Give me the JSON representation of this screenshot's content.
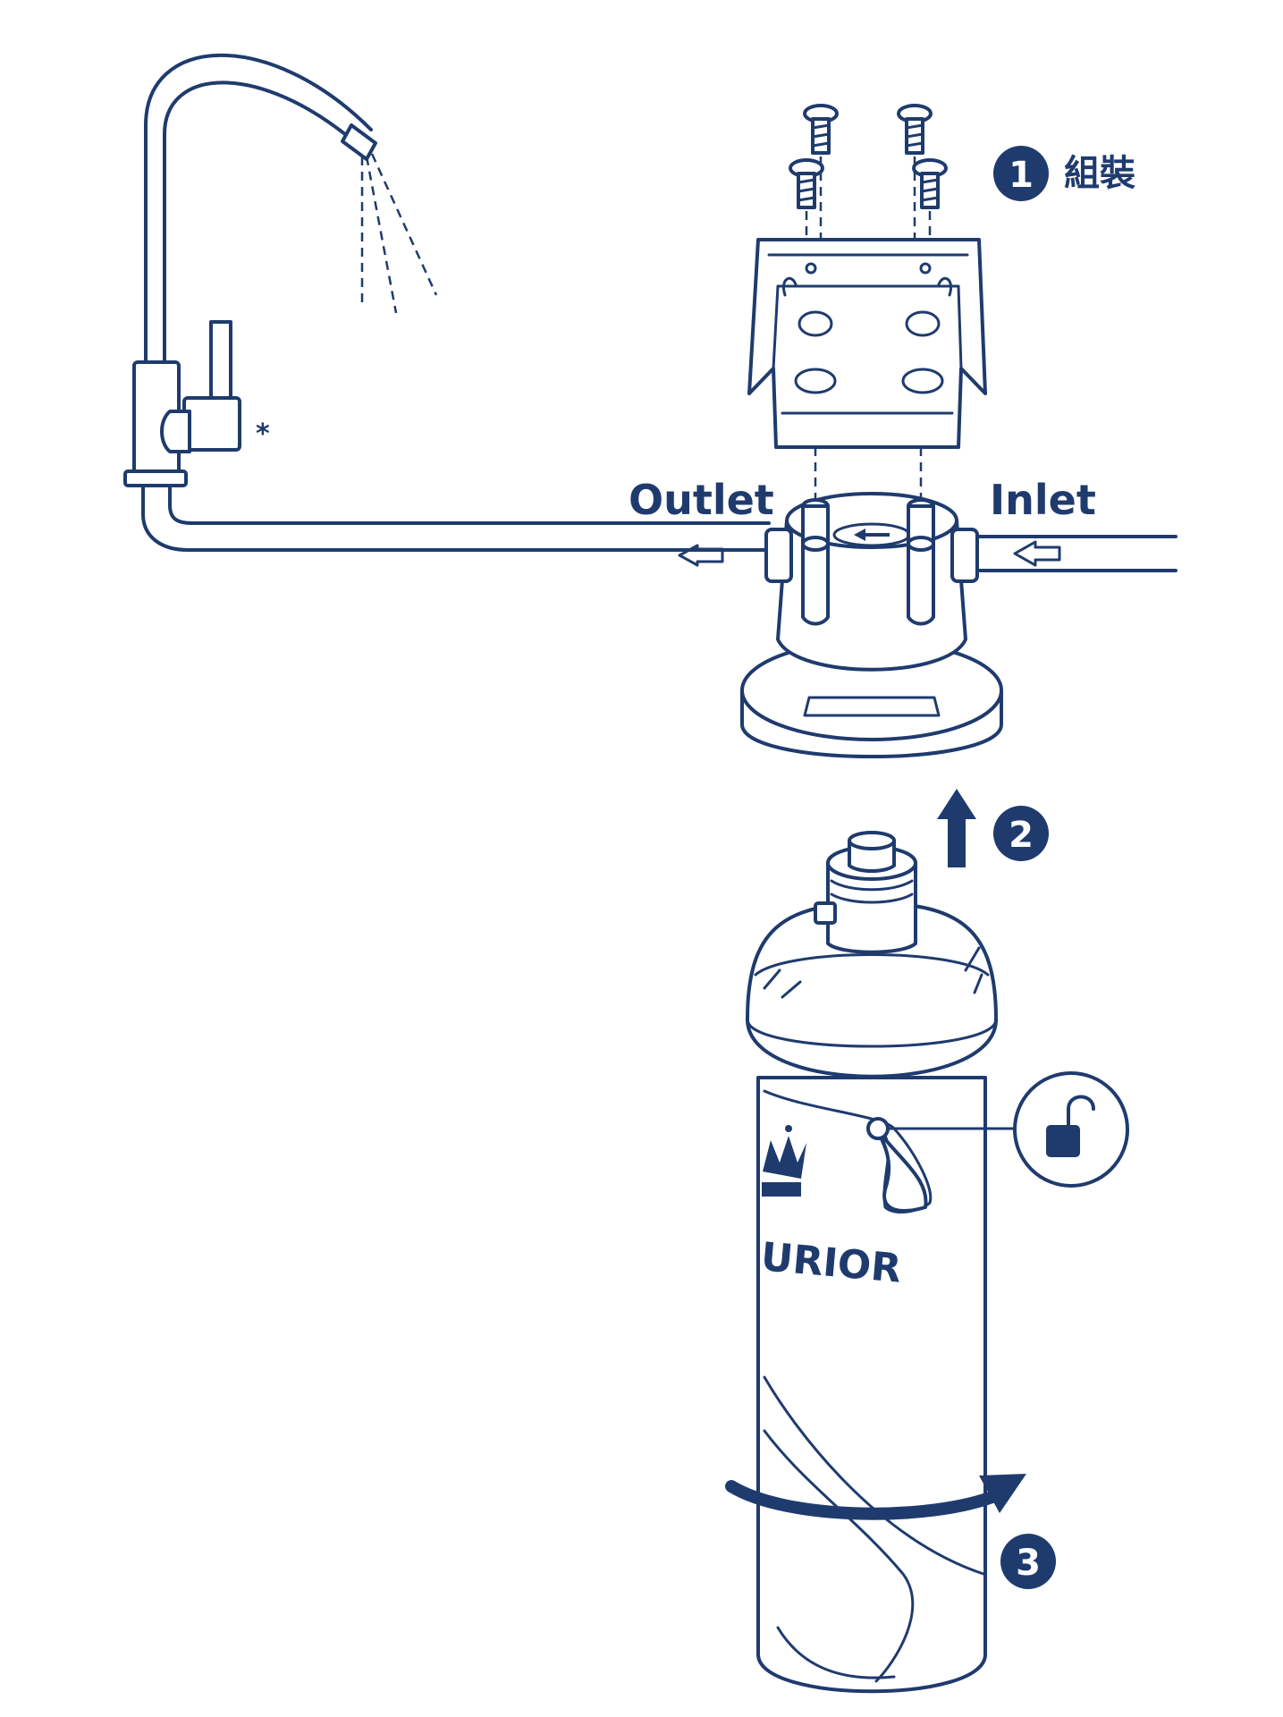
{
  "labels": {
    "outlet": "Outlet",
    "inlet": "Inlet",
    "asterisk": "*"
  },
  "steps": [
    {
      "number": "1",
      "text": "組裝"
    },
    {
      "number": "2",
      "text": ""
    },
    {
      "number": "3",
      "text": ""
    }
  ],
  "brand": {
    "name": "URIOR"
  },
  "colors": {
    "line": "#1f3b6e",
    "background": "#ffffff"
  }
}
